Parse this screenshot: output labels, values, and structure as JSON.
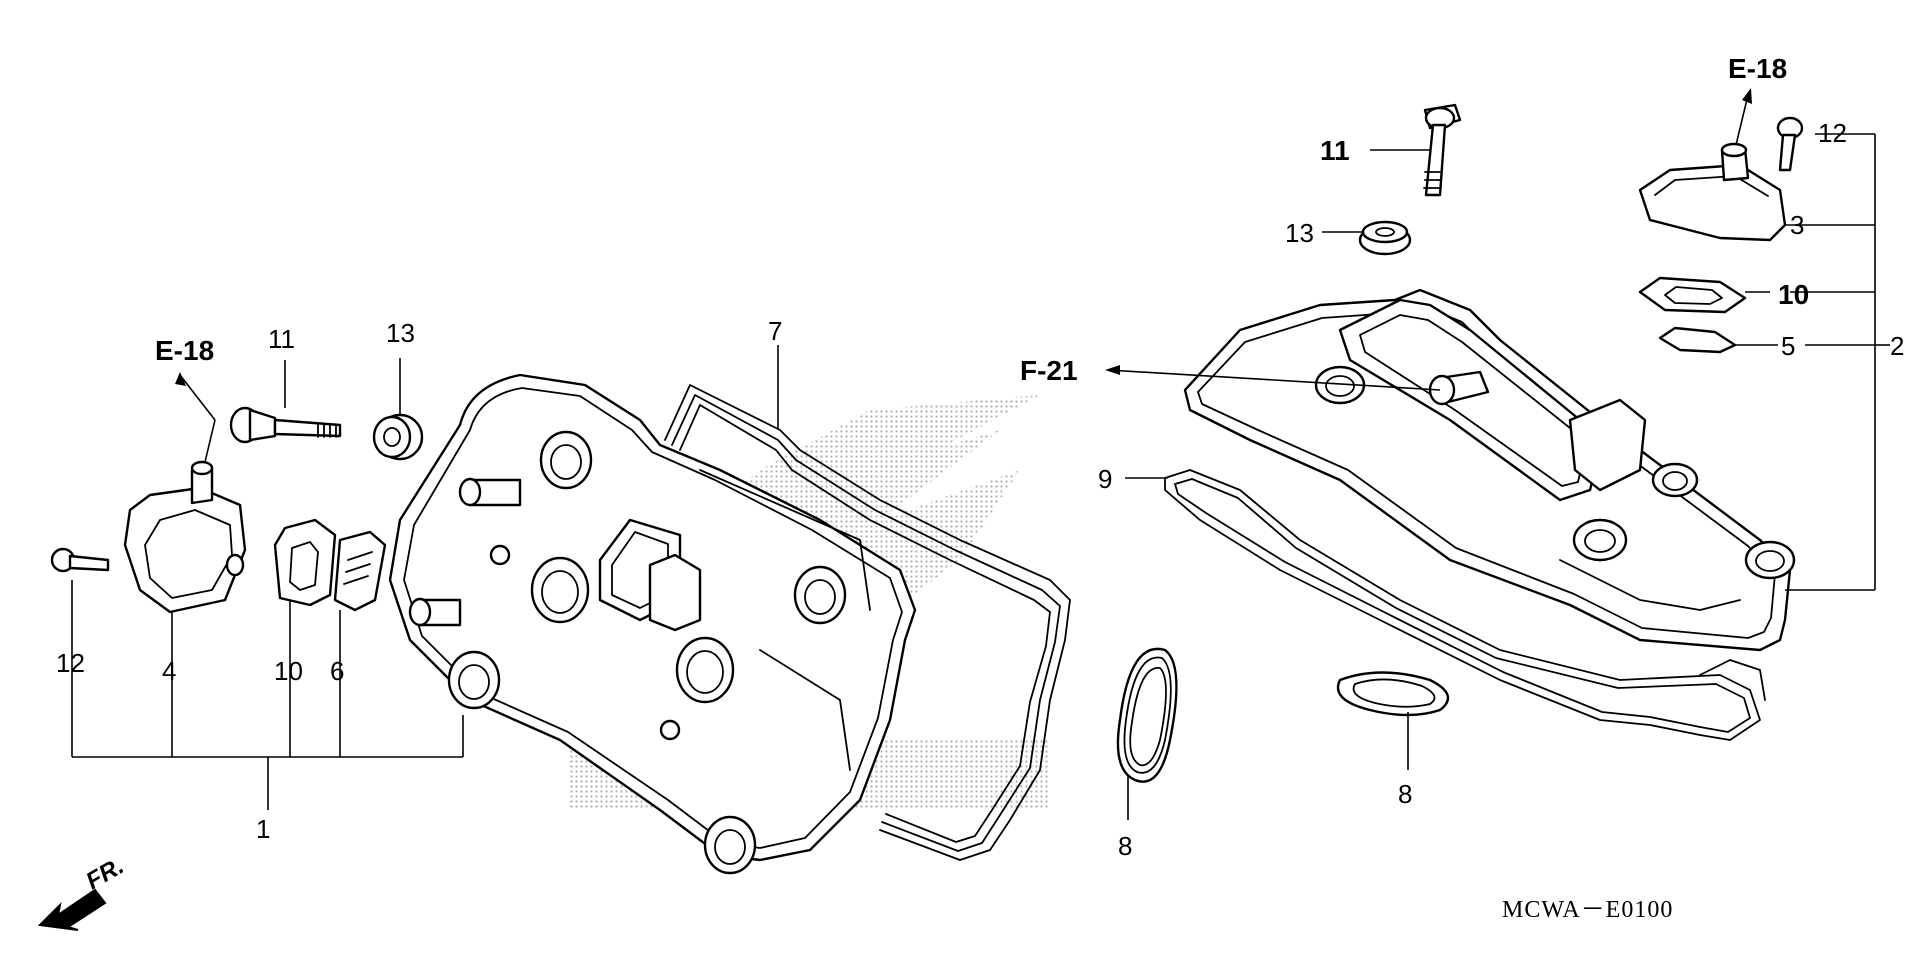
{
  "diagram": {
    "code": "MCWA－E0100",
    "front_marker": "FR.",
    "references": {
      "e18_left": "E-18",
      "e18_right": "E-18",
      "f21": "F-21"
    },
    "callouts": [
      {
        "id": "c1",
        "label": "1"
      },
      {
        "id": "c2",
        "label": "2"
      },
      {
        "id": "c3",
        "label": "3"
      },
      {
        "id": "c4",
        "label": "4"
      },
      {
        "id": "c5",
        "label": "5"
      },
      {
        "id": "c6",
        "label": "6"
      },
      {
        "id": "c7",
        "label": "7"
      },
      {
        "id": "c8a",
        "label": "8"
      },
      {
        "id": "c8b",
        "label": "8"
      },
      {
        "id": "c9",
        "label": "9"
      },
      {
        "id": "c10a",
        "label": "10"
      },
      {
        "id": "c10b",
        "label": "10"
      },
      {
        "id": "c11a",
        "label": "11"
      },
      {
        "id": "c11b",
        "label": "11"
      },
      {
        "id": "c12a",
        "label": "12"
      },
      {
        "id": "c12b",
        "label": "12"
      },
      {
        "id": "c13a",
        "label": "13"
      },
      {
        "id": "c13b",
        "label": "13"
      }
    ],
    "colors": {
      "line": "#000000",
      "background": "#ffffff",
      "watermark": "#bfbfbf"
    }
  }
}
